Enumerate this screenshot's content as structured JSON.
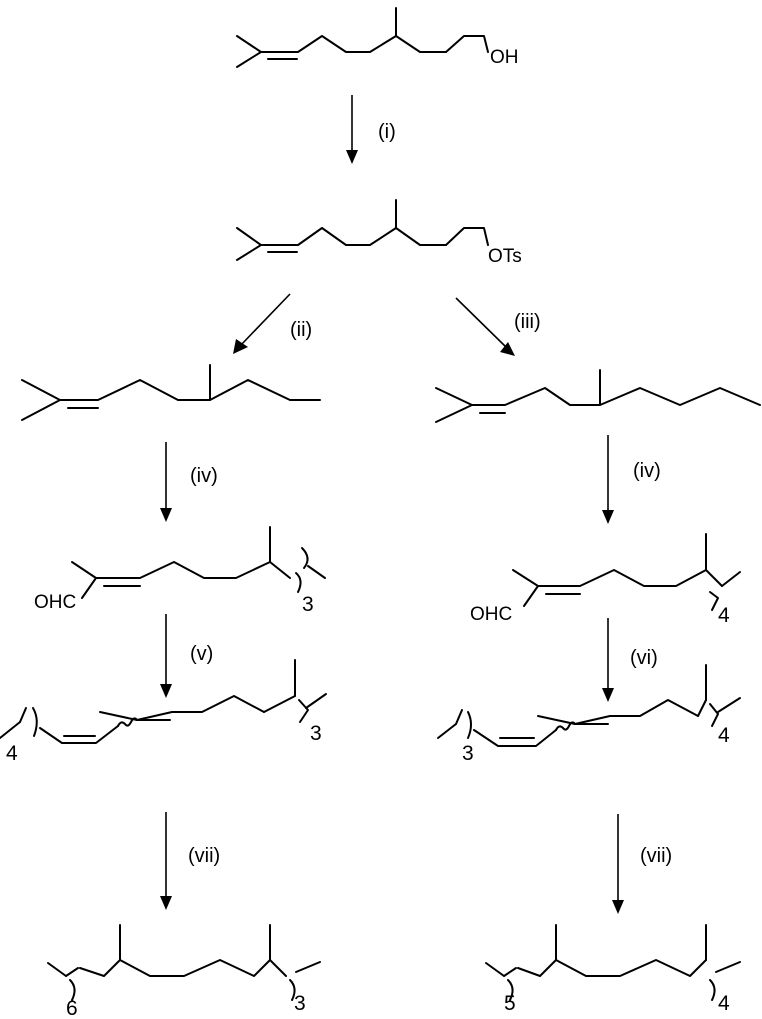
{
  "reagent_labels": {
    "step_1": "(i)",
    "step_2": "(ii)",
    "step_3": "(iii)",
    "step_4a": "(iv)",
    "step_4b": "(iv)",
    "step_5": "(v)",
    "step_6": "(vi)",
    "step_7a": "(vii)",
    "step_7b": "(vii)"
  },
  "functional_groups": {
    "alcohol": "OH",
    "tosylate": "OTs",
    "aldehyde_left": "OHC",
    "aldehyde_right": "OHC"
  },
  "repeat_counts": {
    "aldehyde_left": "3",
    "aldehyde_right": "4",
    "diene_left_chain": "4",
    "diene_left_tail": "3",
    "diene_right_chain": "3",
    "diene_right_tail": "4",
    "product_left_a": "6",
    "product_left_b": "3",
    "product_right_a": "5",
    "product_right_b": "4"
  }
}
